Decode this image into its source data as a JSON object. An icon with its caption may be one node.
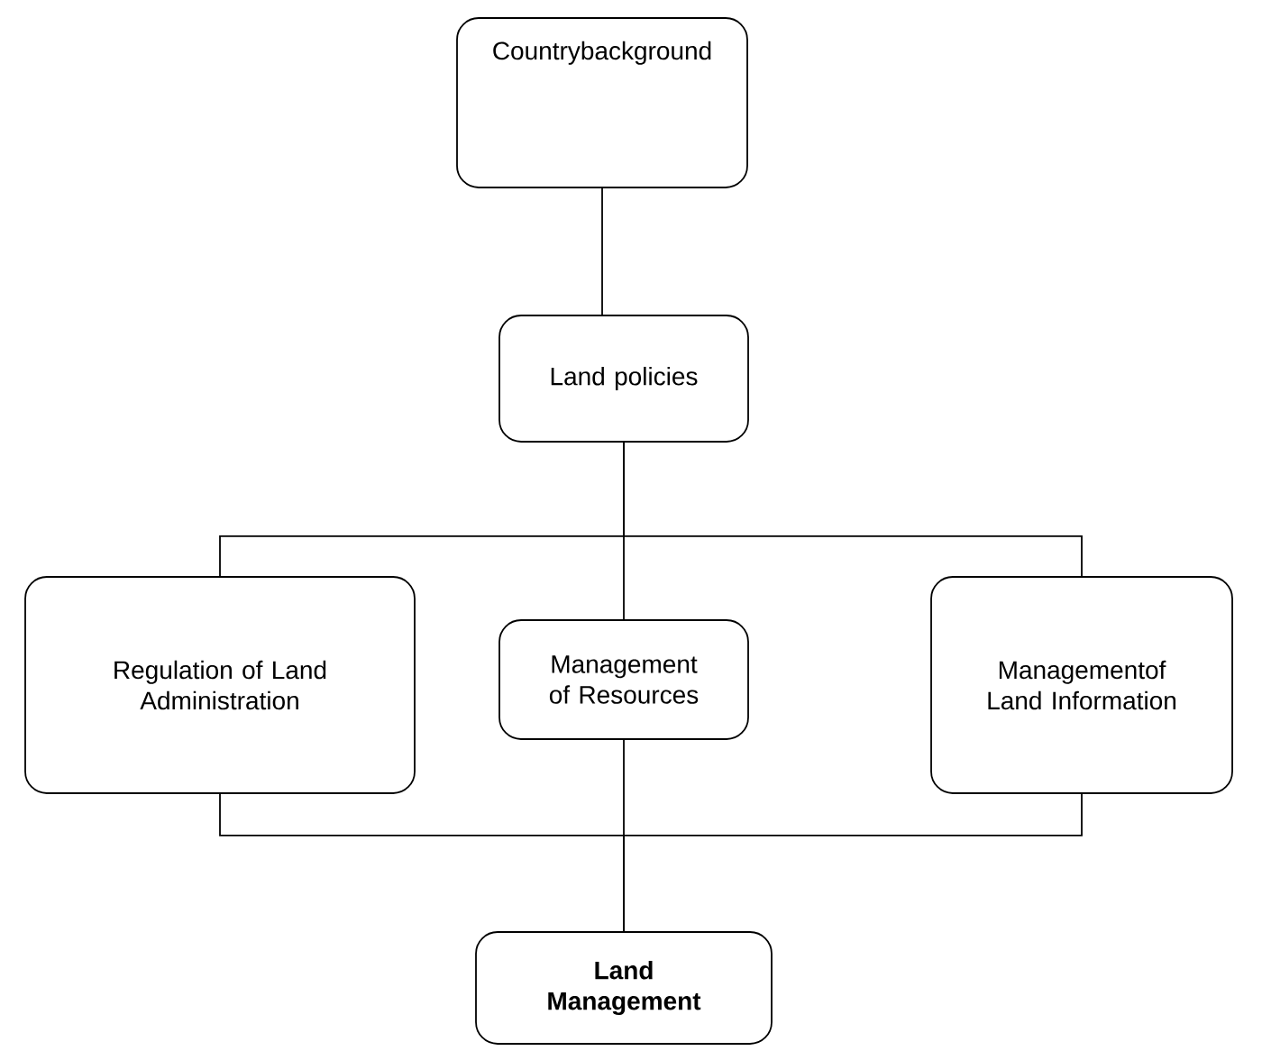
{
  "diagram": {
    "nodes": [
      {
        "text": [
          "Countrybackground"
        ]
      },
      {
        "text": [
          "Land policies"
        ]
      },
      {
        "text": [
          "Regulation of Land Administration"
        ]
      },
      {
        "text": [
          "Management of Resources"
        ]
      },
      {
        "text": [
          "Managementof Land Information"
        ]
      },
      {
        "text": [
          "Land Management"
        ]
      }
    ],
    "edges": [
      {
        "from": 0,
        "to": 1,
        "arrow": "none"
      },
      {
        "from": 1,
        "to": 2,
        "arrow": "none"
      },
      {
        "from": 1,
        "to": 3,
        "arrow": "none"
      },
      {
        "from": 1,
        "to": 4,
        "arrow": "none"
      },
      {
        "from": 2,
        "to": 5,
        "arrow": "none"
      },
      {
        "from": 3,
        "to": 5,
        "arrow": "none"
      },
      {
        "from": 4,
        "to": 5,
        "arrow": "none"
      }
    ]
  }
}
